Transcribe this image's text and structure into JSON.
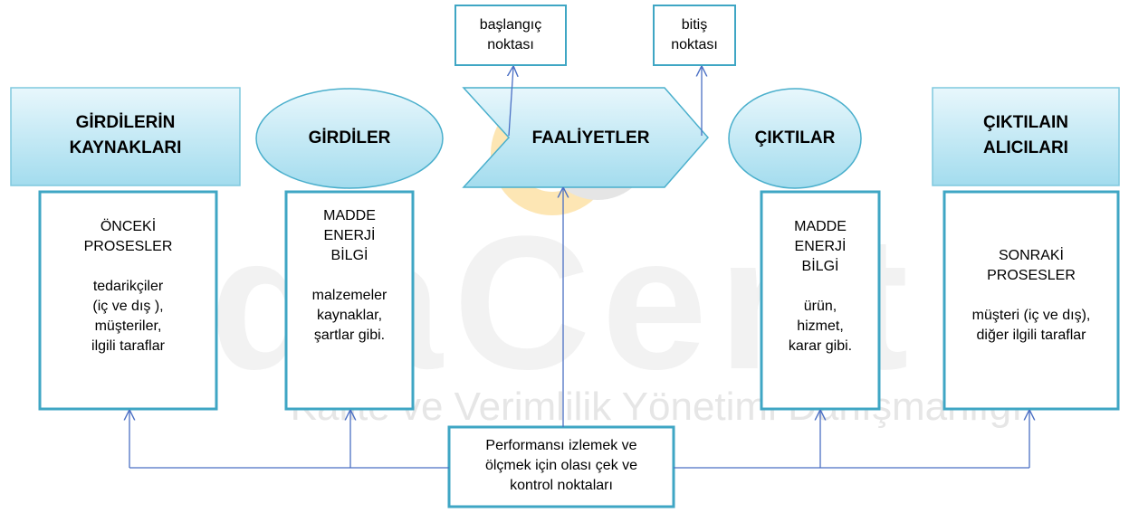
{
  "watermark": {
    "big_text": "qaCent",
    "subtitle": "Kalite ve Verimlilik Yönetimi Danışmanlığı"
  },
  "top_labels": {
    "start": "başlangıç\nnoktası",
    "end": "bitiş\nnoktası"
  },
  "headers": {
    "sources": "GİRDİLERİN\nKAYNAKLARI",
    "inputs": "GİRDİLER",
    "activities": "FAALİYETLER",
    "outputs": "ÇIKTILAR",
    "receivers": "ÇIKTILAIN\nALICILARI"
  },
  "details": {
    "sources": "ÖNCEKİ\nPROSESLER\n\ntedarikçiler\n(iç ve dış ),\nmüşteriler,\nilgili taraflar",
    "inputs": "MADDE\nENERJİ\nBİLGİ\n\nmalzemeler\nkaynaklar,\nşartlar gibi.",
    "outputs": "MADDE\nENERJİ\nBİLGİ\n\nürün,\nhizmet,\nkarar gibi.",
    "receivers": "SONRAKİ\nPROSESLER\n\nmüşteri (iç ve dış),\ndiğer ilgili taraflar"
  },
  "monitor_box": "Performansı izlemek ve\nölçmek için olası çek ve\nkontrol noktaları",
  "colors": {
    "shape_fill_top": "#e6f6fb",
    "shape_fill_bottom": "#9edbec",
    "shape_border": "#4aafcc",
    "box_border": "#3fa6c4",
    "arrow": "#4a6fc4",
    "wm_orange": "#fde6b4",
    "wm_grey": "#e5e5e5"
  }
}
